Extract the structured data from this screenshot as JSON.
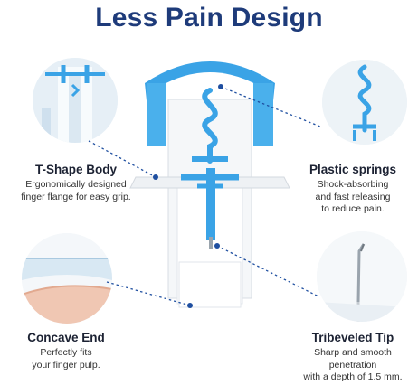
{
  "title": "Less Pain Design",
  "features": {
    "t_shape": {
      "title": "T-Shape Body",
      "desc_line1": "Ergonomically designed",
      "desc_line2": "finger flange for easy grip."
    },
    "springs": {
      "title": "Plastic springs",
      "desc_line1": "Shock-absorbing",
      "desc_line2": "and fast releasing",
      "desc_line3": "to reduce pain."
    },
    "concave": {
      "title": "Concave End",
      "desc_line1": "Perfectly fits",
      "desc_line2": "your finger pulp."
    },
    "tip": {
      "title": "Tribeveled Tip",
      "desc_line1": "Sharp and smooth",
      "desc_line2": "penetration",
      "desc_line3": "with a depth of 1.5 mm."
    }
  },
  "colors": {
    "title": "#1e3b7a",
    "accent_blue": "#3aa3e6",
    "dark_blue": "#1f4fa0",
    "text": "#1c2233"
  }
}
